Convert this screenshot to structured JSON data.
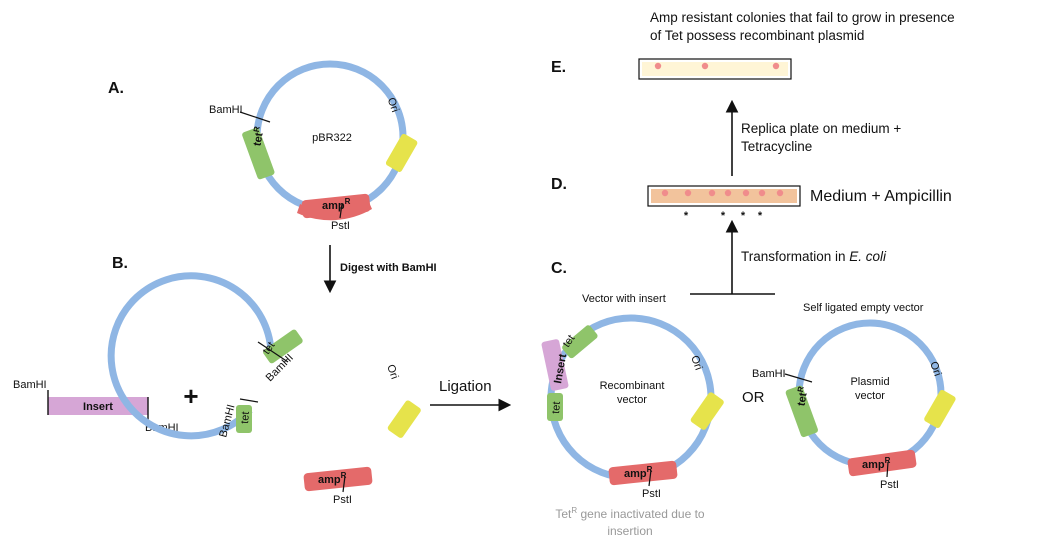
{
  "steps": {
    "a": "A.",
    "b": "B.",
    "c": "C.",
    "d": "D.",
    "e": "E."
  },
  "plasmid_a": {
    "name": "pBR322",
    "tet": "tet",
    "tet_sup": "R",
    "ori": "Ori",
    "amp": "amp",
    "amp_sup": "R",
    "pst": "PstI",
    "bam": "BamHI"
  },
  "digest_label": "Digest with BamHI",
  "insert": {
    "label": "Insert",
    "bam_left": "BamHI",
    "bam_right": "BamHI"
  },
  "plus": "+",
  "cut_plasmid": {
    "bam_top": "BamHI",
    "bam_left": "BamHI",
    "ori": "Ori",
    "amp": "amp",
    "amp_sup": "R",
    "pst": "PstI",
    "tet_frag1": "tet",
    "tet_frag2": "tet"
  },
  "ligation_label": "Ligation",
  "recombinant": {
    "caption": "Vector with insert",
    "name_line1": "Recombinant",
    "name_line2": "vector",
    "insert": "Insert",
    "ori": "Ori",
    "amp": "amp",
    "amp_sup": "R",
    "pst": "PstI",
    "tet_frag1": "tet",
    "tet_frag2": "tet",
    "note_line1_pre": "Tet",
    "note_line1_sup": "R",
    "note_line1_post": " gene inactivated due to",
    "note_line2": "insertion"
  },
  "or_label": "OR",
  "empty_vector": {
    "caption": "Self ligated empty vector",
    "name_line1": "Plasmid",
    "name_line2": "vector",
    "bam": "BamHI",
    "tet": "tet",
    "tet_sup": "R",
    "ori": "Ori",
    "amp": "amp",
    "amp_sup": "R",
    "pst": "PstI"
  },
  "transformation": {
    "pre": "Transformation in ",
    "italic": "E. coli"
  },
  "plate_d": {
    "label": "Medium + Ampicillin",
    "marks": "*"
  },
  "replica": {
    "line1": "Replica plate on medium +",
    "line2": "Tetracycline"
  },
  "plate_e_note": {
    "line1": "Amp resistant colonies that fail to grow in presence",
    "line2": "of Tet possess recombinant plasmid"
  },
  "colors": {
    "ring": "#8fb6e4",
    "tet": "#8fc46a",
    "ori": "#e6e34b",
    "amp": "#e46a6a",
    "insert": "#d6a6d6",
    "plate_d": "#f2c39c",
    "plate_e": "#fff5d6",
    "colony": "#f08c8c"
  }
}
